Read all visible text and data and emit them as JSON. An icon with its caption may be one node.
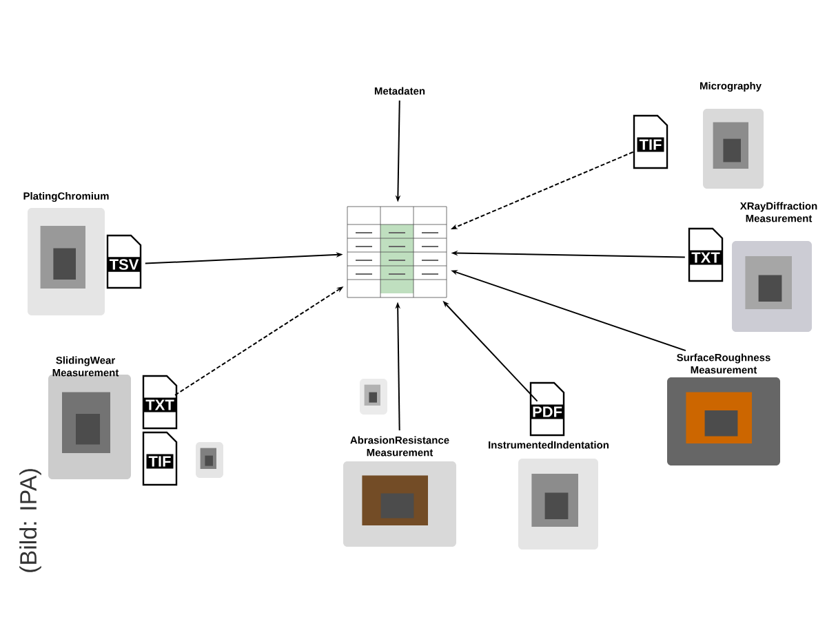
{
  "diagram": {
    "nodes": [
      {
        "text": [
          "Metadaten"
        ]
      },
      {
        "text": [
          "Micrography"
        ]
      },
      {
        "text": [
          "TIF"
        ]
      },
      {
        "text": [
          "PlatingChromium"
        ]
      },
      {
        "text": [
          "TSV"
        ]
      },
      {
        "text": [],
        "shape": "picture"
      },
      {
        "text": [
          "XRayDiffraction Measurement"
        ]
      },
      {
        "text": [
          "TXT"
        ]
      },
      {
        "text": [
          "SlidingWear Measurement"
        ]
      },
      {
        "text": [
          "TXT"
        ]
      },
      {
        "text": [
          "TIF"
        ]
      },
      {
        "text": [
          "AbrasionResistance Measurement"
        ]
      },
      {
        "text": [
          "PDF"
        ]
      },
      {
        "text": [
          "InstrumentedIndentation"
        ]
      },
      {
        "text": [
          "SurfaceRoughness Measurement"
        ]
      }
    ],
    "edges": [
      {
        "from": 0,
        "to": 5,
        "arrow": "to"
      },
      {
        "from": 2,
        "to": 5,
        "arrow": "to",
        "style": "dashed"
      },
      {
        "from": 4,
        "to": 5,
        "arrow": "to"
      },
      {
        "from": 7,
        "to": 5,
        "arrow": "to"
      },
      {
        "from": 9,
        "to": 5,
        "arrow": "to",
        "style": "dashed"
      },
      {
        "from": 11,
        "to": 5,
        "arrow": "to"
      },
      {
        "from": 12,
        "to": 5,
        "arrow": "to"
      },
      {
        "from": 14,
        "to": 5,
        "arrow": "to"
      }
    ],
    "labels": [
      "(Bild: IPA)"
    ]
  }
}
